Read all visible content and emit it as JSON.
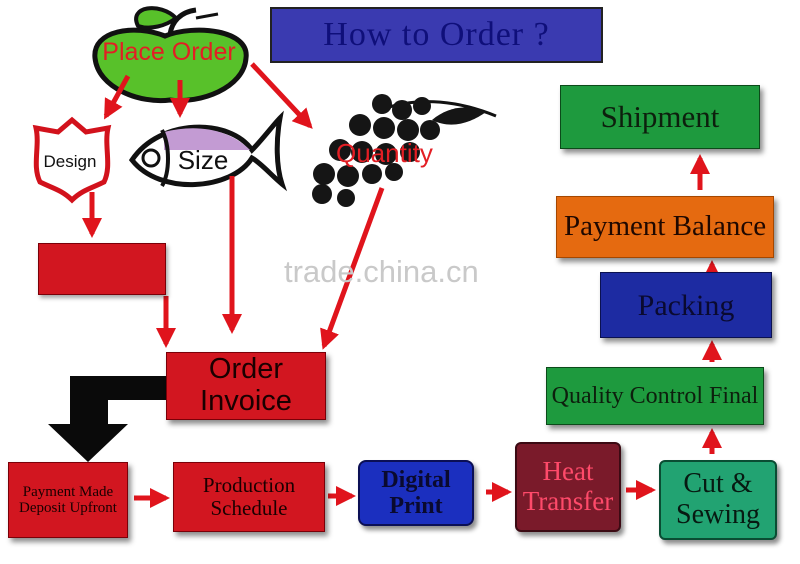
{
  "title": "How to Order ?",
  "icons": {
    "place_order": {
      "label": "Place Order",
      "icon": "apple-icon"
    },
    "design": {
      "label": "Design",
      "icon": "shield-badge-icon"
    },
    "size": {
      "label": "Size",
      "icon": "fish-icon"
    },
    "quantity": {
      "label": "Quantity",
      "icon": "grapes-icon"
    }
  },
  "steps": {
    "order_invoice": "Order Invoice",
    "payment_made": "Payment Made Deposit Upfront",
    "production_schedule": "Production Schedule",
    "digital_print": "Digital Print",
    "heat_transfer": "Heat Transfer",
    "cut_sewing": "Cut & Sewing",
    "quality_control": "Quality Control Final",
    "packing": "Packing",
    "payment_balance": "Payment Balance",
    "shipment": "Shipment"
  },
  "watermark": "trade.china.cn",
  "colors": {
    "arrow": "#e0141c",
    "title_bg": "#3a3ab0",
    "red_box": "#d21620",
    "green_box": "#1e9a3e",
    "navy_box": "#1d2ba2",
    "orange_box": "#e56a10",
    "maroon_box": "#7a1a2a",
    "teal_box": "#22a372",
    "blue_box": "#1b2fbf"
  }
}
